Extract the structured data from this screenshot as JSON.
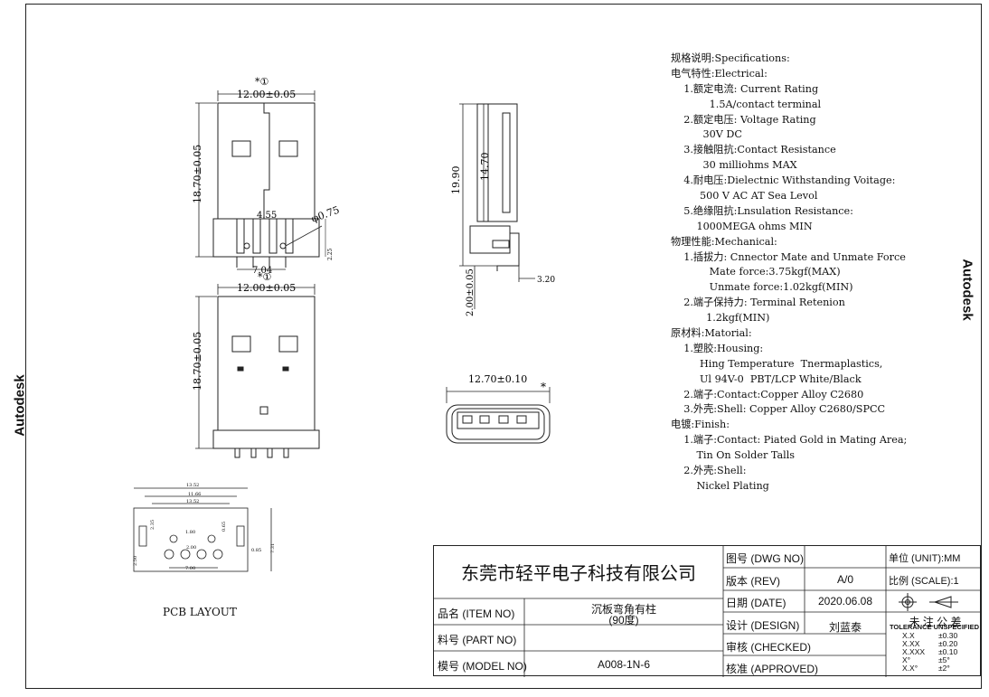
{
  "watermark": "Autodesk",
  "top_view": {
    "marker": "*①",
    "width_dim": "12.00±0.05",
    "height_dim": "18.70±0.05",
    "pin_pitch": "4.55",
    "hole_dia": "φ0.75",
    "pin_span": "7.04",
    "small_dim": "2.25"
  },
  "bottom_view": {
    "marker": "*①",
    "width_dim": "12.00±0.05",
    "height_dim": "18.70±0.05"
  },
  "side_view": {
    "overall": "19.90",
    "body": "14.70",
    "tail": "2.00±0.05",
    "offset": "3.20"
  },
  "front_view": {
    "width_dim": "12.70±0.10",
    "marker": "*"
  },
  "pcb": {
    "label": "PCB LAYOUT",
    "dims": [
      "13.52",
      "11.66",
      "13.52",
      "7.31",
      "1.80",
      "2.00",
      "7.00",
      "0.65",
      "0.85",
      "2.50",
      "2.35"
    ]
  },
  "spec_lines": [
    "规格说明:Specifications:",
    "电气特性:Electrical:",
    "    1.额定电流: Current Rating",
    "            1.5A/contact terminal",
    "    2.额定电压: Voltage Rating",
    "          30V DC",
    "    3.接触阻抗:Contact Resistance",
    "          30 milliohms MAX",
    "    4.耐电压:Dielectnic Withstanding Voitage:",
    "         500 V AC AT Sea Levol",
    "    5.绝缘阻抗:Lnsulation Resistance:",
    "        1000MEGA ohms MIN",
    "物理性能:Mechanical:",
    "    1.插拔力: Cnnector Mate and Unmate Force",
    "            Mate force:3.75kgf(MAX)",
    "            Unmate force:1.02kgf(MIN)",
    "    2.端子保持力: Terminal Retenion",
    "           1.2kgf(MIN)",
    "原材料:Matorial:",
    "    1.塑胶:Housing:",
    "         Hing Temperature  Tnermaplastics,",
    "         Ul 94V-0  PBT/LCP White/Black",
    "    2.端子:Contact:Copper Alloy C2680",
    "    3.外壳:Shell: Copper Alloy C2680/SPCC",
    "电镀:Finish:",
    "    1.端子:Contact: Piated Gold in Mating Area;",
    "        Tin On Solder Talls",
    "    2.外壳:Shell:",
    "        Nickel Plating"
  ],
  "title_block": {
    "company": "东莞市轻平电子科技有限公司",
    "item_no_label": "品名 (ITEM NO)",
    "item_no_value_1": "沉板弯角有柱",
    "item_no_value_2": "(90度)",
    "part_no_label": "料号 (PART NO)",
    "model_no_label": "模号 (MODEL NO)",
    "model_no_value": "A008-1N-6",
    "dwg_no_label": "图号 (DWG NO)",
    "rev_label": "版本 (REV)",
    "rev_value": "A/0",
    "date_label": "日期 (DATE)",
    "date_value": "2020.06.08",
    "design_label": "设计 (DESIGN)",
    "design_value": "刘蓝泰",
    "checked_label": "审核 (CHECKED)",
    "approved_label": "核准 (APPROVED)",
    "unit_label": "单位 (UNIT):",
    "unit_value": "MM",
    "scale_label": "比例 (SCALE):",
    "scale_value": "1",
    "tol_title_cn": "未 注 公 差",
    "tol_title_en": "TOLERANCE UNSPECIFIED",
    "tol_rows": [
      {
        "k": "X.X",
        "v": "±0.30"
      },
      {
        "k": "X.XX",
        "v": "±0.20"
      },
      {
        "k": "X.XXX",
        "v": "±0.10"
      },
      {
        "k": "X°",
        "v": "±5°"
      },
      {
        "k": "X.X°",
        "v": "±2°"
      }
    ]
  }
}
